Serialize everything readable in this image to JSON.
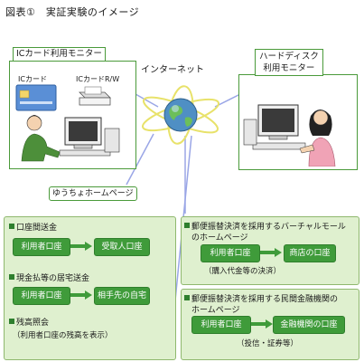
{
  "figure": {
    "title": "図表①　実証実験のイメージ"
  },
  "internet": {
    "label": "インターネット"
  },
  "ic_monitor": {
    "title": "ICカード利用モニター",
    "card_label": "ICカード",
    "reader_label": "ICカードR/W"
  },
  "hd_monitor": {
    "title_line1": "ハードディスク",
    "title_line2": "利用モニター"
  },
  "yucho": {
    "label": "ゆうちょホームページ",
    "transfer": {
      "heading": "口座間送金",
      "from": "利用者口座",
      "to": "受取人口座"
    },
    "remittance": {
      "heading": "現金払等の居宅送金",
      "from": "利用者口座",
      "to": "相手先の自宅"
    },
    "balance": {
      "heading": "残高照会",
      "note": "（利用者口座の残高を表示）"
    }
  },
  "mall": {
    "heading_line1": "郵便振替決済を採用するバーチャルモール",
    "heading_line2": "のホームページ",
    "from": "利用者口座",
    "to": "商店の口座",
    "note": "（購入代金等の決済）"
  },
  "bank": {
    "heading_line1": "郵便振替決済を採用する民間金融機関の",
    "heading_line2": "ホームページ",
    "from": "利用者口座",
    "to": "金融機関の口座",
    "note": "（投信・証券等）"
  },
  "colors": {
    "accent_green": "#3f9b3a",
    "panel_green": "#dff0cf",
    "line_blue": "#9aa6e6"
  }
}
